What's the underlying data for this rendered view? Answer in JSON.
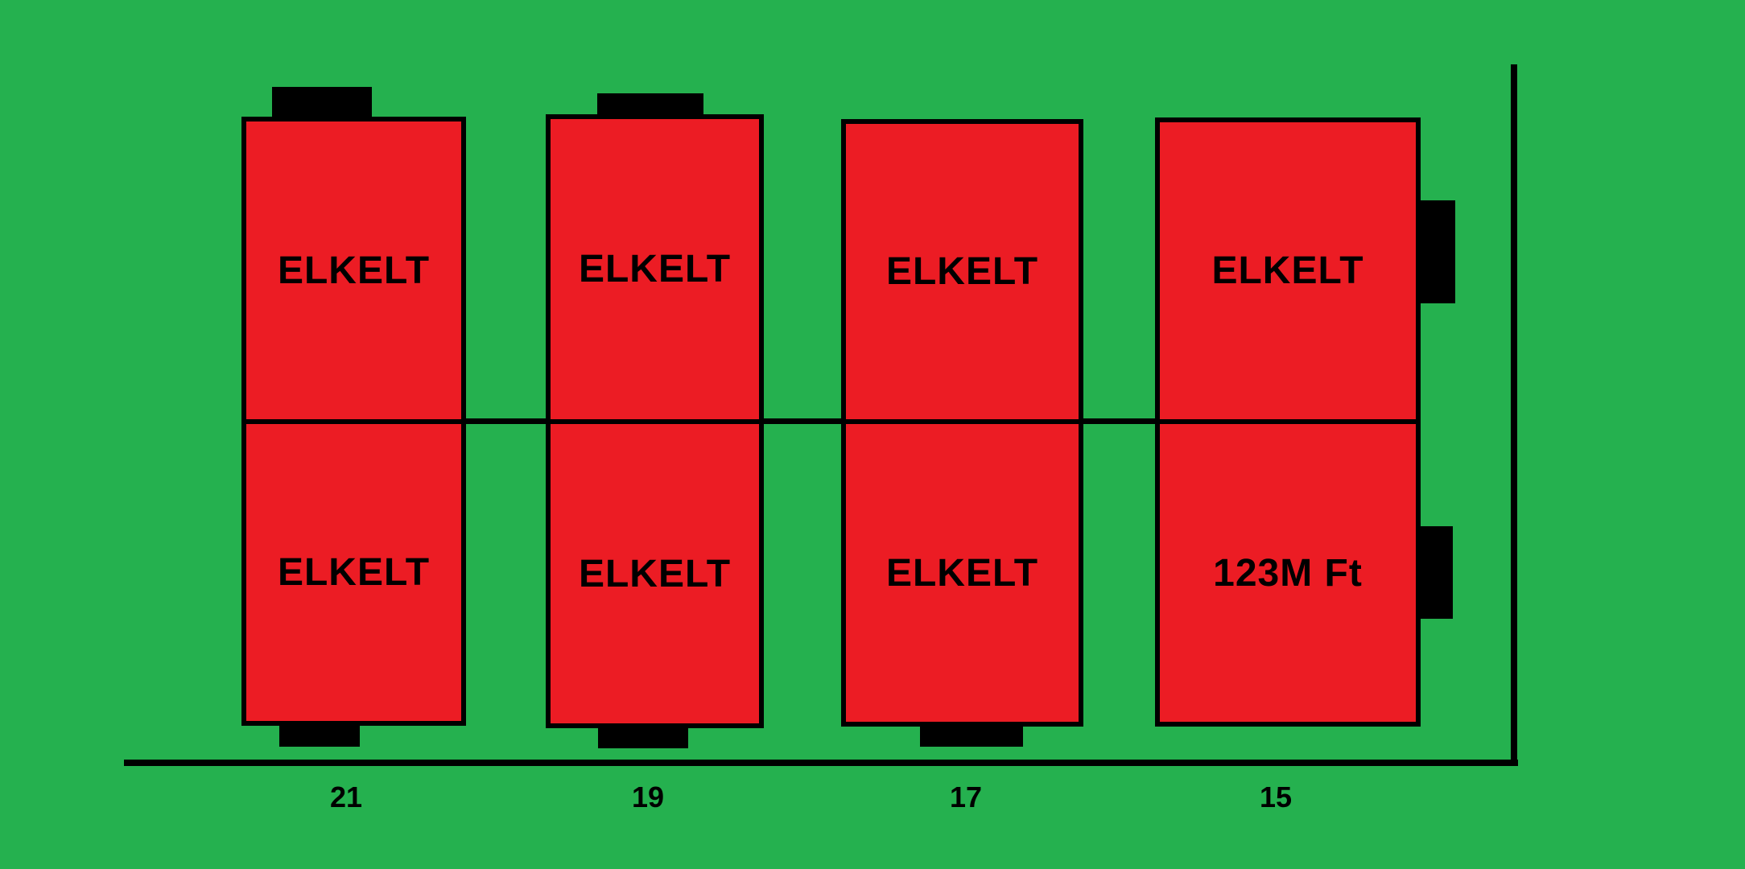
{
  "colors": {
    "background": "#25b14f",
    "plot_fill": "#ec1c24",
    "outline": "#000000"
  },
  "columns": [
    {
      "house_number": "21",
      "top_label": "ELKELT",
      "bottom_label": "ELKELT"
    },
    {
      "house_number": "19",
      "top_label": "ELKELT",
      "bottom_label": "ELKELT"
    },
    {
      "house_number": "17",
      "top_label": "ELKELT",
      "bottom_label": "ELKELT"
    },
    {
      "house_number": "15",
      "top_label": "ELKELT",
      "bottom_label": "123M Ft"
    }
  ]
}
